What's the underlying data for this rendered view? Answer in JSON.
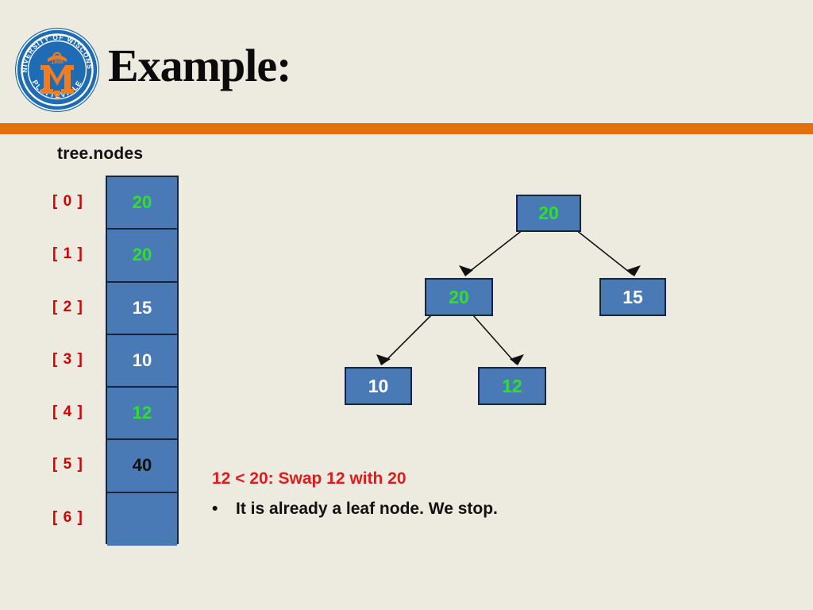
{
  "header": {
    "title": "Example:",
    "logo": {
      "name": "uw-platteville-seal",
      "outer_text_top": "UNIVERSITY OF WISCONSIN",
      "outer_text_bottom": "PLATTEVILLE",
      "center_letter": "M",
      "year": "1866",
      "blue": "#1f6cb4",
      "orange": "#f07d22"
    },
    "rule_color": "#e2700f"
  },
  "array_panel": {
    "label": "tree.nodes",
    "indices": [
      "[ 0 ]",
      "[ 1 ]",
      "[ 2 ]",
      "[ 3 ]",
      "[ 4 ]",
      "[ 5 ]",
      "[ 6 ]"
    ],
    "cells": [
      {
        "value": "20",
        "color_class": "v-green"
      },
      {
        "value": "20",
        "color_class": "v-green"
      },
      {
        "value": "15",
        "color_class": "v-white"
      },
      {
        "value": "10",
        "color_class": "v-white"
      },
      {
        "value": "12",
        "color_class": "v-green"
      },
      {
        "value": "40",
        "color_class": "v-black"
      },
      {
        "value": "",
        "color_class": "v-white"
      }
    ],
    "cell_fill": "#4a7ab5",
    "cell_border": "#16243f",
    "index_color": "#d00000"
  },
  "tree": {
    "nodes": [
      {
        "id": "root",
        "value": "20",
        "color_class": "v-green"
      },
      {
        "id": "left",
        "value": "20",
        "color_class": "v-green"
      },
      {
        "id": "right",
        "value": "15",
        "color_class": "v-white"
      },
      {
        "id": "ll",
        "value": "10",
        "color_class": "v-white"
      },
      {
        "id": "lr",
        "value": "12",
        "color_class": "v-green"
      }
    ],
    "edges": [
      {
        "from": "root",
        "to": "left"
      },
      {
        "from": "root",
        "to": "right"
      },
      {
        "from": "left",
        "to": "ll"
      },
      {
        "from": "left",
        "to": "lr"
      }
    ],
    "node_fill": "#4a7ab5",
    "node_border": "#16243f",
    "edge_color": "#111111"
  },
  "captions": {
    "swap_line": "12 < 20: Swap 12 with 20",
    "swap_color": "#e01b1b",
    "bullet_char": "•",
    "bullet_line": "It is already a leaf node. We stop."
  },
  "colors": {
    "background": "#edeae0",
    "highlight_green": "#2ee02e",
    "accent_orange": "#e2700f"
  }
}
